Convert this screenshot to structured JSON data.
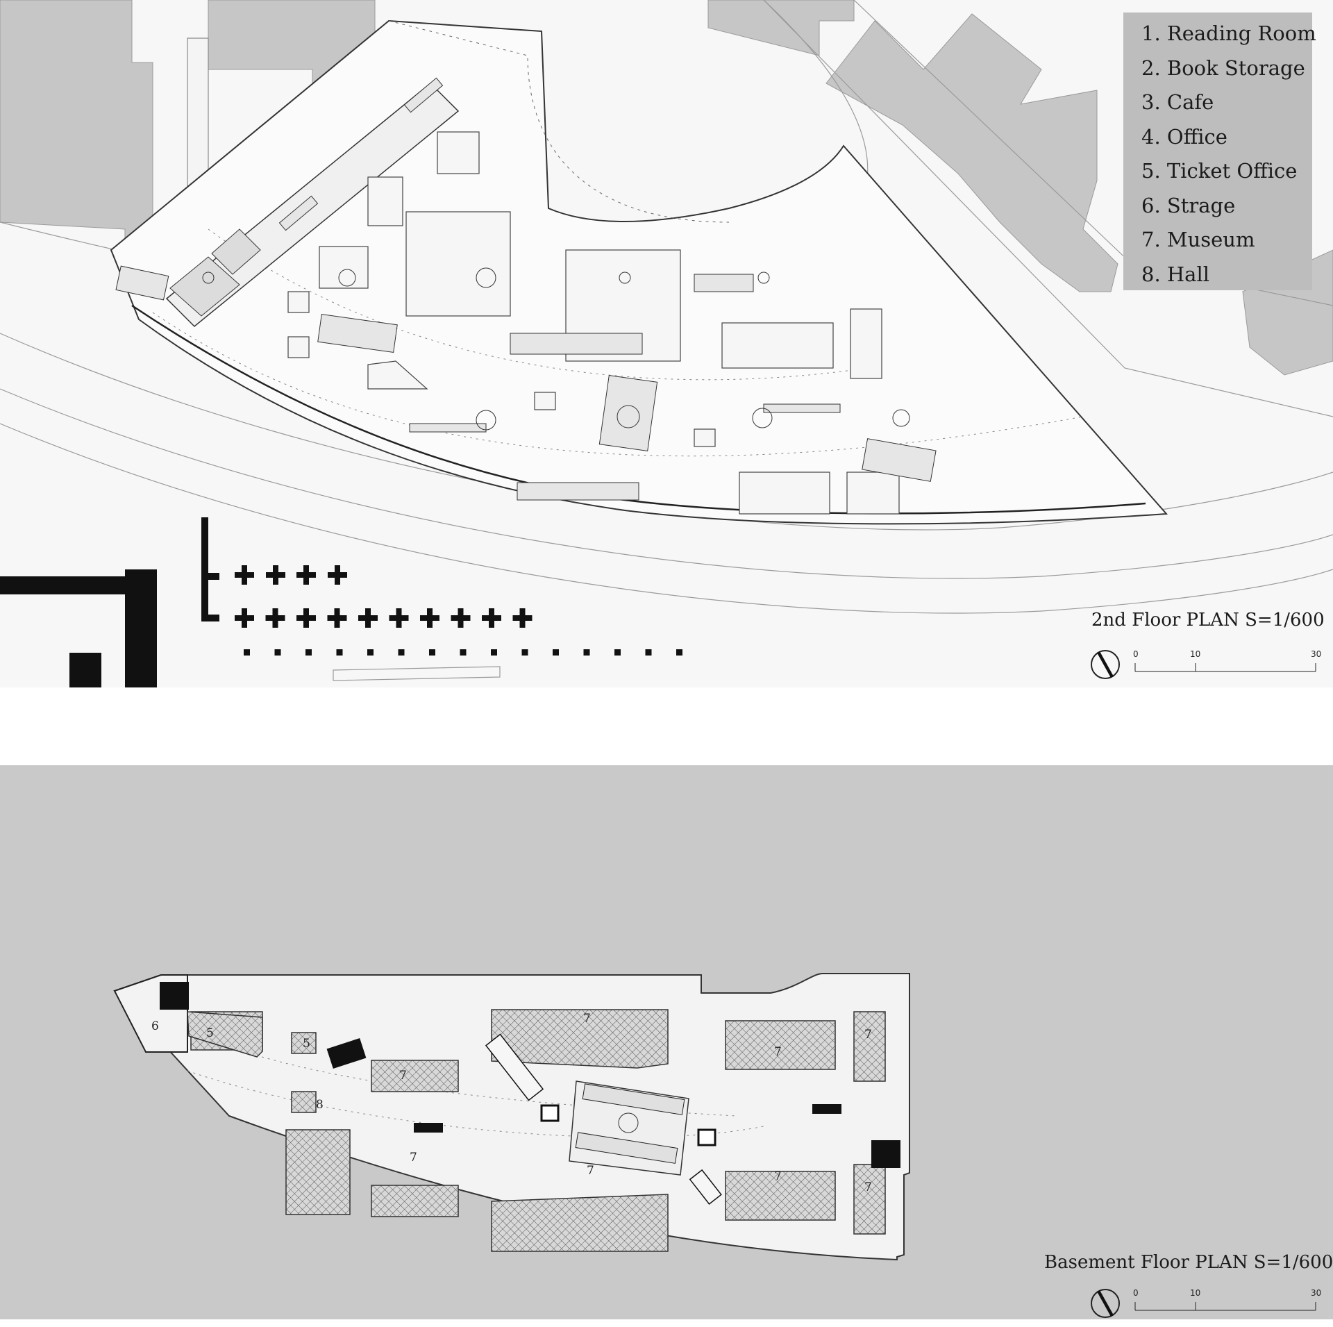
{
  "legend": {
    "items": [
      "1. Reading Room",
      "2. Book Storage",
      "3. Cafe",
      "4. Office",
      "5. Ticket Office",
      "6. Strage",
      "7. Museum",
      "8. Hall"
    ]
  },
  "plan_second": {
    "title": "2nd Floor PLAN  S=1/600",
    "scale_ticks": [
      "0",
      "10",
      "30"
    ]
  },
  "plan_basement": {
    "title": "Basement Floor PLAN  S=1/600",
    "scale_ticks": [
      "0",
      "10",
      "30"
    ],
    "room_labels": [
      "6",
      "5",
      "5",
      "7",
      "8",
      "7",
      "7",
      "7",
      "7",
      "7",
      "7",
      "7"
    ]
  },
  "colors": {
    "plan_background": "#f7f7f7",
    "basement_background": "#c9c9c9",
    "block_fill": "#c4c4c4",
    "line": "#555555"
  }
}
